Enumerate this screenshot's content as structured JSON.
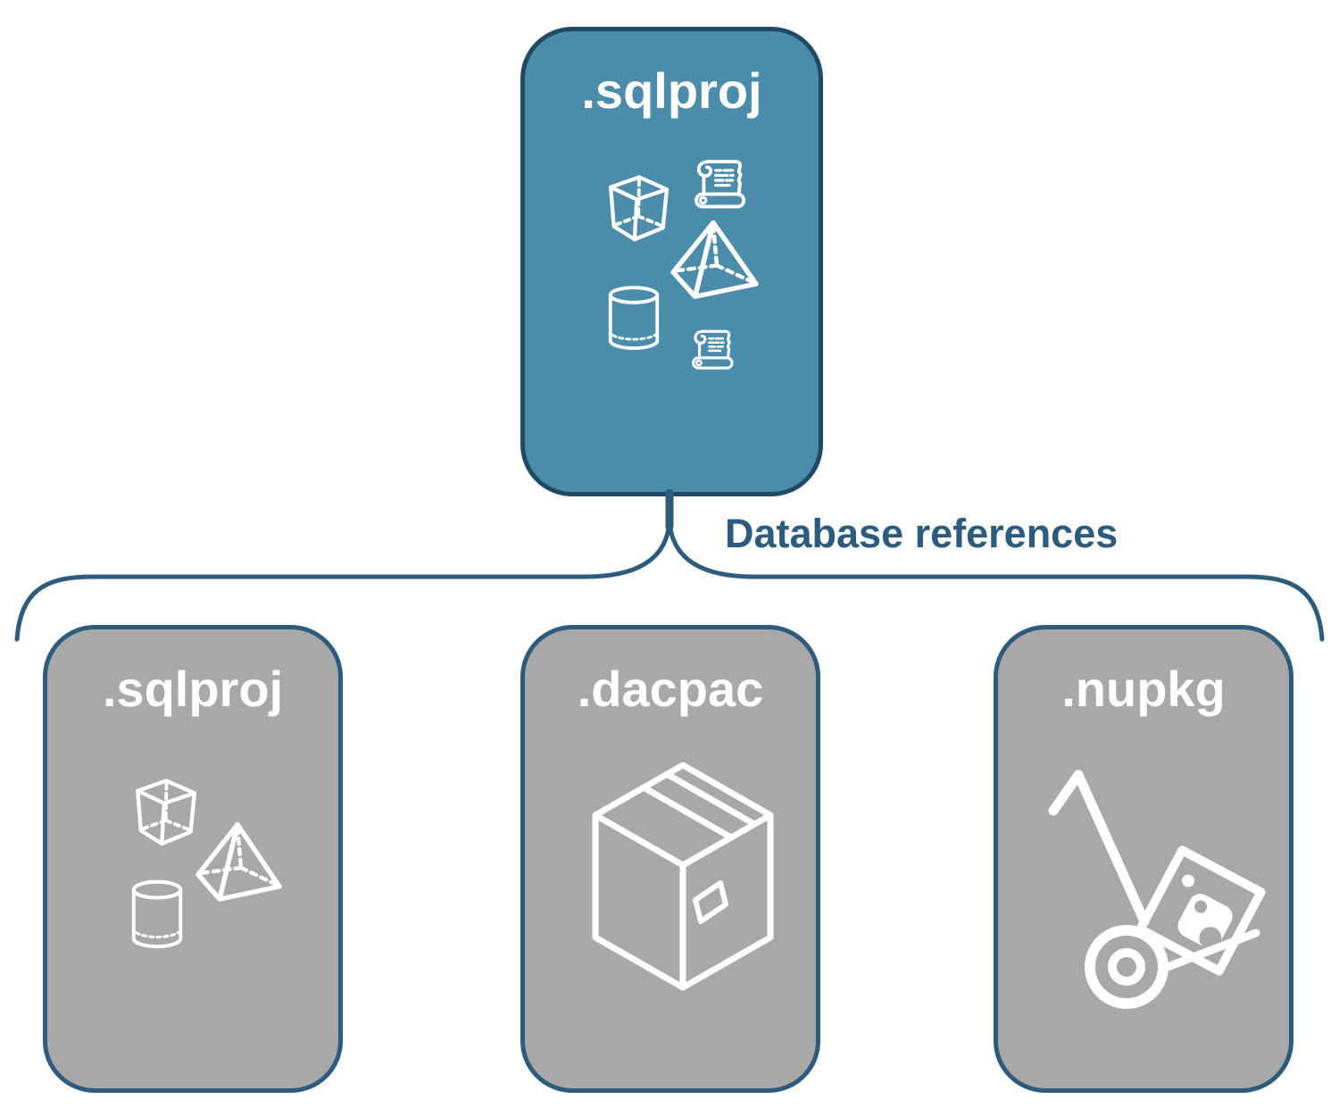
{
  "diagram": {
    "connector_label": "Database references",
    "colors": {
      "accent": "#2d5b7d",
      "top_node_fill": "#4c8cab",
      "top_node_border": "#1f4a63",
      "child_node_fill": "#a8a8a8",
      "icon_stroke": "#ffffff"
    },
    "top_node": {
      "label": ".sqlproj",
      "icons": [
        "scroll-icon",
        "cube-icon",
        "pyramid-icon",
        "cylinder-icon",
        "scroll-icon"
      ]
    },
    "child_nodes": [
      {
        "id": "sqlproj",
        "label": ".sqlproj",
        "icons": [
          "cube-icon",
          "pyramid-icon",
          "cylinder-icon"
        ]
      },
      {
        "id": "dacpac",
        "label": ".dacpac",
        "icons": [
          "package-box-icon"
        ]
      },
      {
        "id": "nupkg",
        "label": ".nupkg",
        "icons": [
          "nuget-hand-truck-icon"
        ]
      }
    ]
  }
}
